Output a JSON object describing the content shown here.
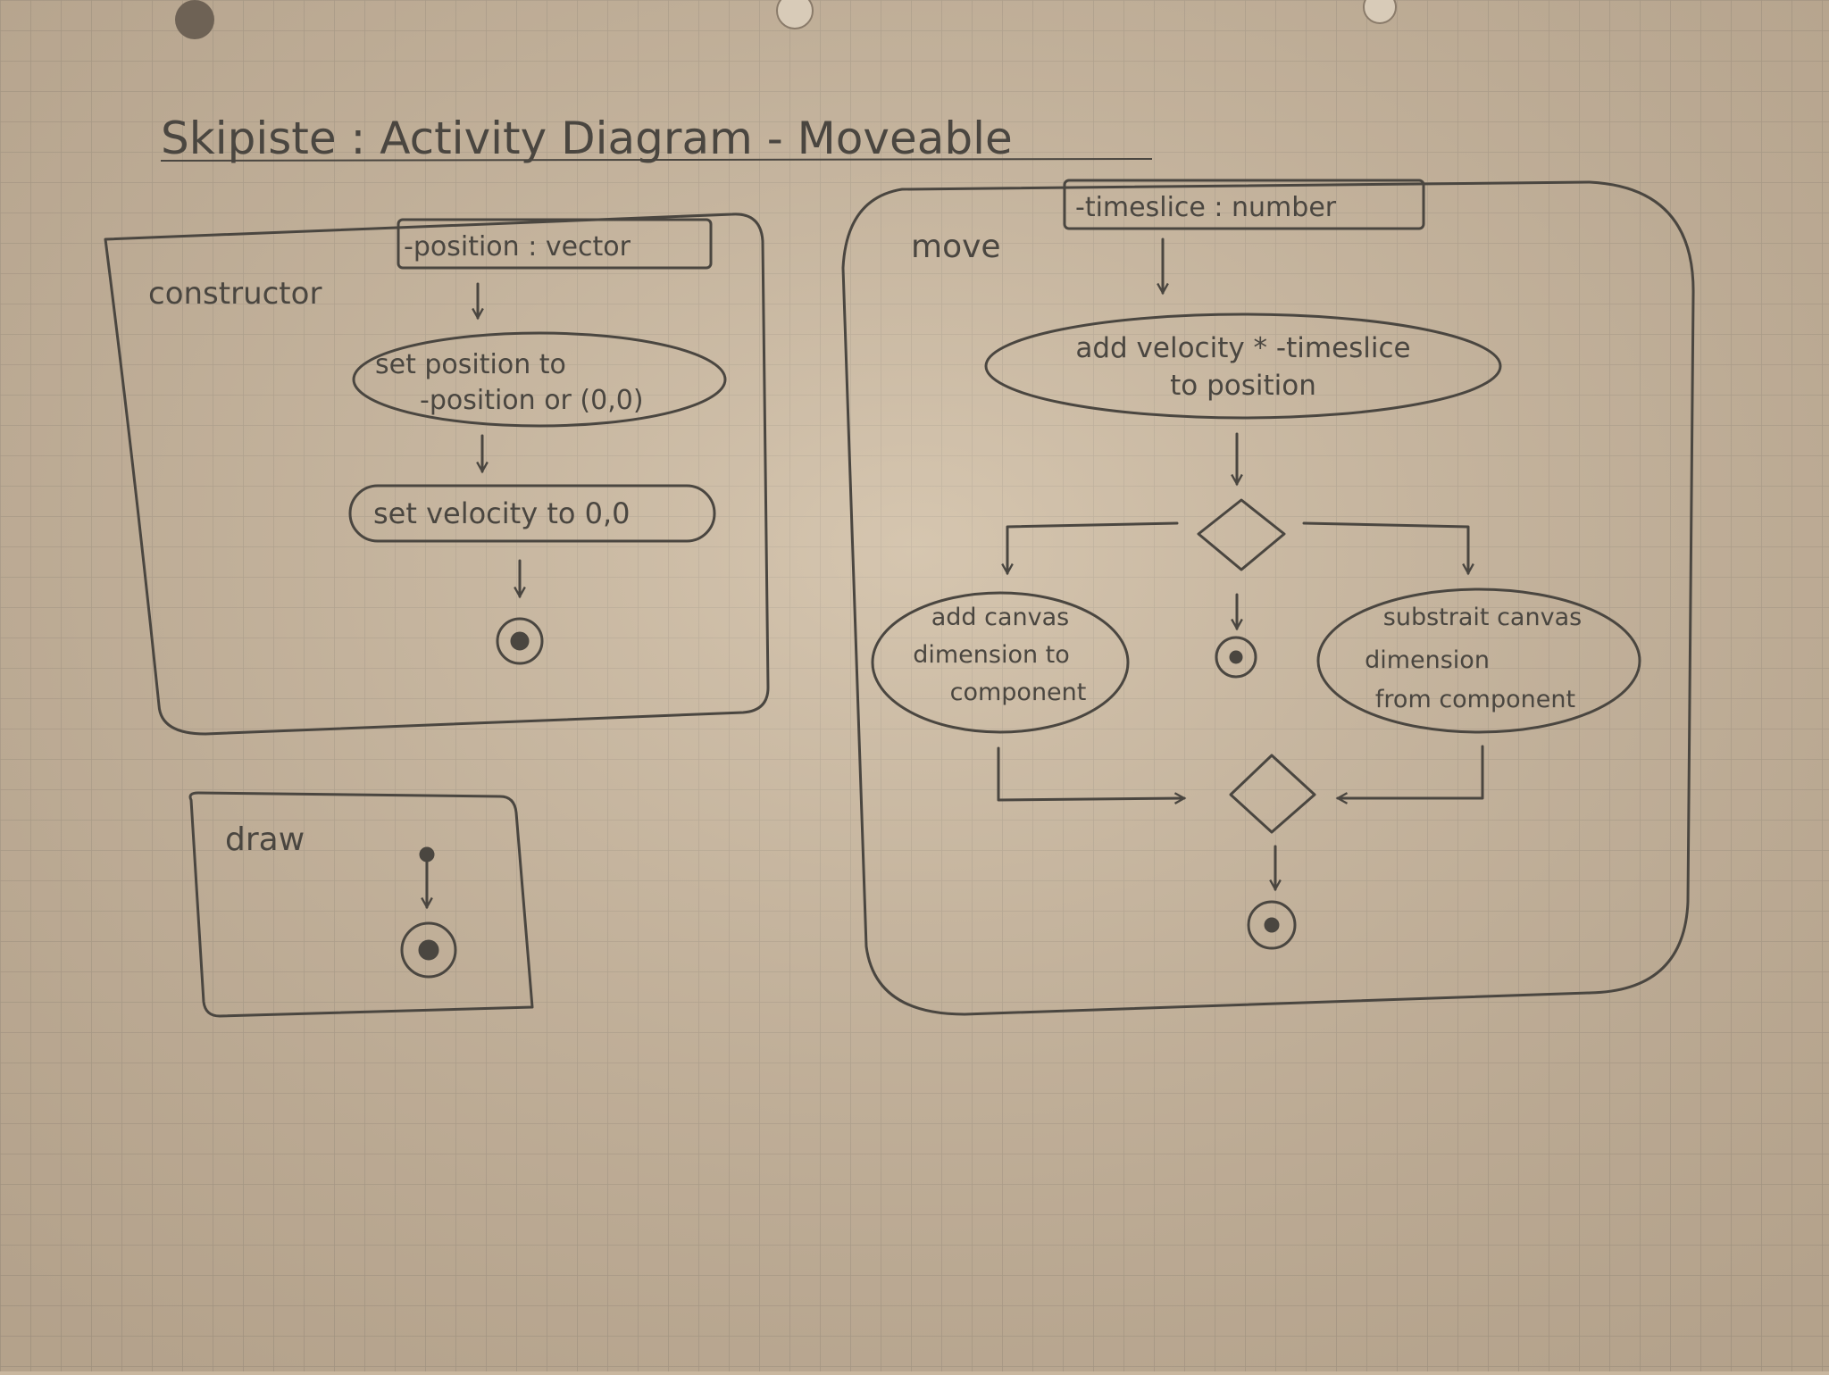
{
  "title": "Skipiste : Activity Diagram - Moveable",
  "constructor": {
    "label": "constructor",
    "param": "-position : vector",
    "action1": [
      "set position to",
      "-position or (0,0)"
    ],
    "action2": "set velocity to 0,0"
  },
  "draw": {
    "label": "draw"
  },
  "move": {
    "label": "move",
    "param": "-timeslice : number",
    "action1": [
      "add velocity * -timeslice",
      "to position"
    ],
    "left_action": [
      "add canvas",
      "dimension to",
      "component"
    ],
    "right_action": [
      "substrait canvas",
      "dimension",
      "from component"
    ]
  },
  "colors": {
    "paper": "#c9b79f",
    "grid": "#a99c8a",
    "ink": "#4a4640"
  }
}
